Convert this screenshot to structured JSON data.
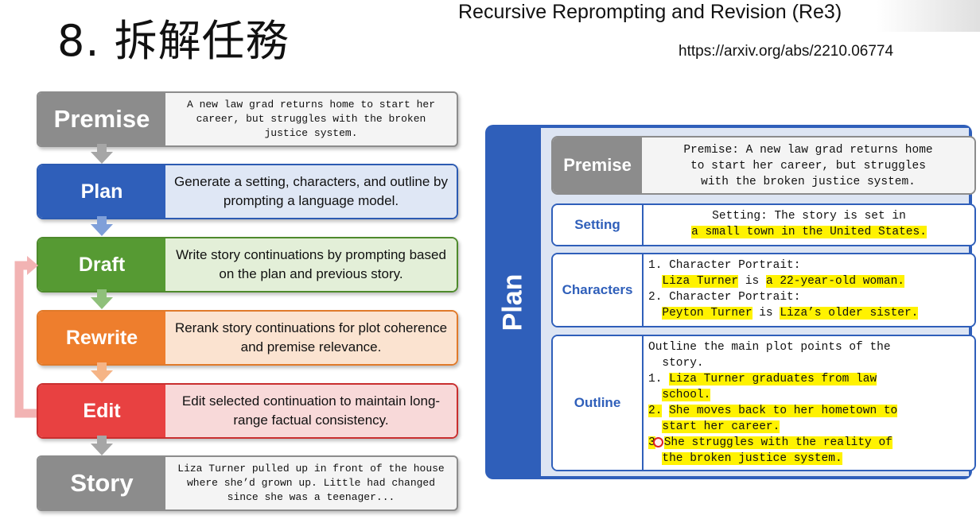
{
  "slide": {
    "title": "8. 拆解任務",
    "ref_title": "Recursive Reprompting and Revision (Re3)",
    "ref_url": "https://arxiv.org/abs/2210.06774"
  },
  "flow": {
    "premise": {
      "label": "Premise",
      "text": "A new law grad returns home to start her career, but struggles with the broken justice system."
    },
    "plan": {
      "label": "Plan",
      "text": "Generate a setting, characters, and outline by prompting a language model."
    },
    "draft": {
      "label": "Draft",
      "text": "Write story continuations by prompting based on the plan and previous story."
    },
    "rewrite": {
      "label": "Rewrite",
      "text": "Rerank story continuations for plot coherence and premise relevance."
    },
    "edit": {
      "label": "Edit",
      "text": "Edit selected continuation to maintain long-range factual consistency."
    },
    "story": {
      "label": "Story",
      "text": "Liza Turner pulled up in front of the house where she’d grown up. Little had changed since she was a teenager..."
    }
  },
  "plan_panel": {
    "label": "Plan",
    "premise": {
      "label": "Premise",
      "l1": "Premise: A new law grad returns home",
      "l2": "to start her career, but struggles",
      "l3": "with the broken justice system."
    },
    "setting": {
      "label": "Setting",
      "l1": "Setting: The story is set in",
      "l2": "a small town in the United States."
    },
    "characters": {
      "label": "Characters",
      "c1_heading": "1. Character Portrait:",
      "c1_name": "Liza Turner",
      "c1_is": "is",
      "c1_desc": "a 22-year-old woman.",
      "c2_heading": "2. Character Portrait:",
      "c2_name": "Peyton Turner",
      "c2_is": "is",
      "c2_desc": "Liza’s older sister."
    },
    "outline": {
      "label": "Outline",
      "intro1": "Outline the main plot points of the",
      "intro2": "story.",
      "p1_num": "1.",
      "p1a": "Liza Turner graduates from law",
      "p1b": "school.",
      "p2_num": "2.",
      "p2a": "She moves back to her hometown to",
      "p2b": "start her career.",
      "p3_num": "3",
      "p3a": "She struggles with the reality of",
      "p3b": "the broken justice system."
    }
  },
  "colors": {
    "plan": "#2f5fba",
    "draft": "#569a33",
    "rewrite": "#ee7e2d",
    "edit": "#e84141",
    "gray": "#8c8c8c",
    "highlight": "#fff200"
  }
}
